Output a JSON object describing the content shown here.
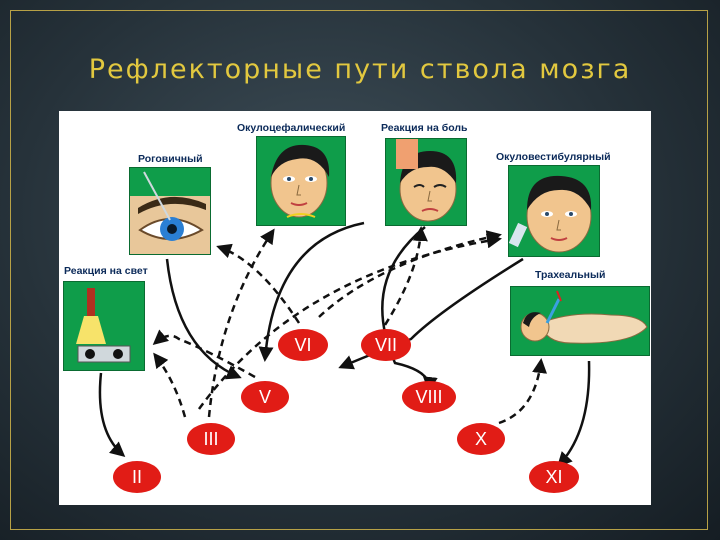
{
  "slide": {
    "title": "Рефлекторные пути ствола мозга"
  },
  "labels": {
    "corneal": "Роговичный",
    "oculocephalic": "Окулоцефалический",
    "pain": "Реакция на боль",
    "oculovestibular": "Окуловестибулярный",
    "light": "Реакция на свет",
    "tracheal": "Трахеальный"
  },
  "nerves": {
    "n2": "II",
    "n3": "III",
    "n5": "V",
    "n6": "VI",
    "n7": "VII",
    "n8": "VIII",
    "n10": "X",
    "n11": "XI"
  },
  "colors": {
    "background": "#26323a",
    "title": "#e2c83f",
    "frame": "#b7a146",
    "label": "#0b2a59",
    "nerve_fill": "#e11c16",
    "thumbnail_green": "#0f9d4a",
    "arrow": "#111111"
  },
  "icons": [
    "eye-icon",
    "face-icon",
    "head-tilt-icon",
    "flashlight-icon",
    "patient-intubated-icon"
  ]
}
